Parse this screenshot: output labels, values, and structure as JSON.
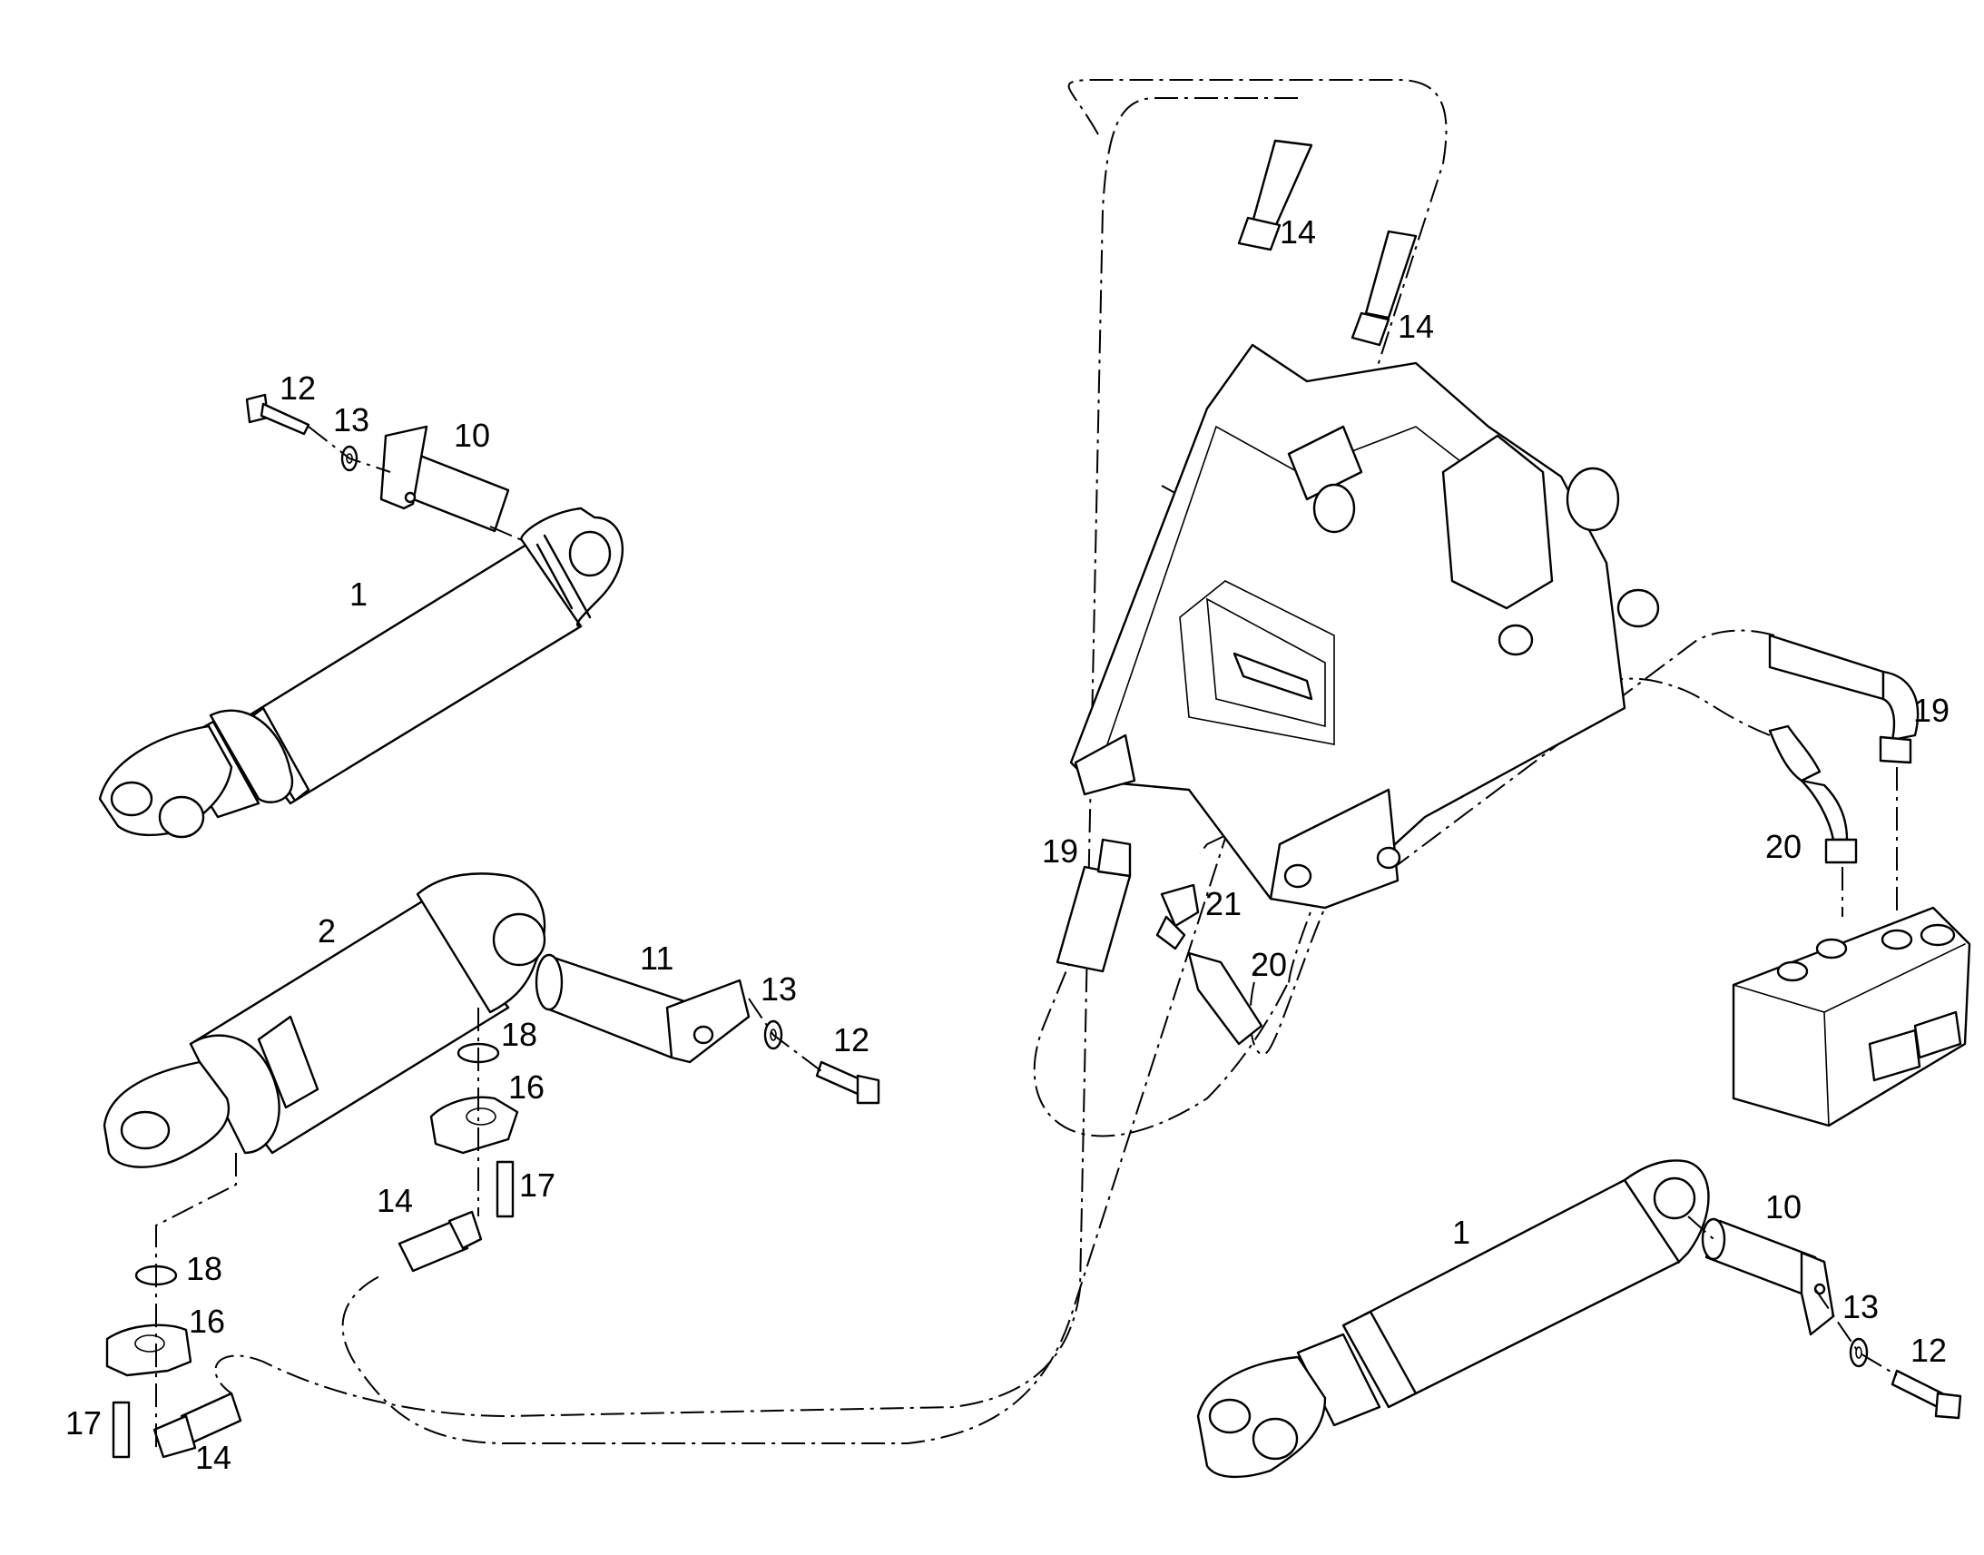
{
  "callouts": {
    "c1_top": "1",
    "c10_top": "10",
    "c12_top": "12",
    "c13_top": "13",
    "c2": "2",
    "c11": "11",
    "c13_mid": "13",
    "c12_mid": "12",
    "c18_a": "18",
    "c16_a": "16",
    "c17_a": "17",
    "c14_a": "14",
    "c18_b": "18",
    "c16_b": "16",
    "c17_b": "17",
    "c14_b": "14",
    "c14_top1": "14",
    "c14_top2": "14",
    "c19_left": "19",
    "c21": "21",
    "c20_left": "20",
    "c19_right": "19",
    "c20_right": "20",
    "c1_bottom": "1",
    "c10_bottom": "10",
    "c13_bottom": "13",
    "c12_bottom": "12"
  }
}
